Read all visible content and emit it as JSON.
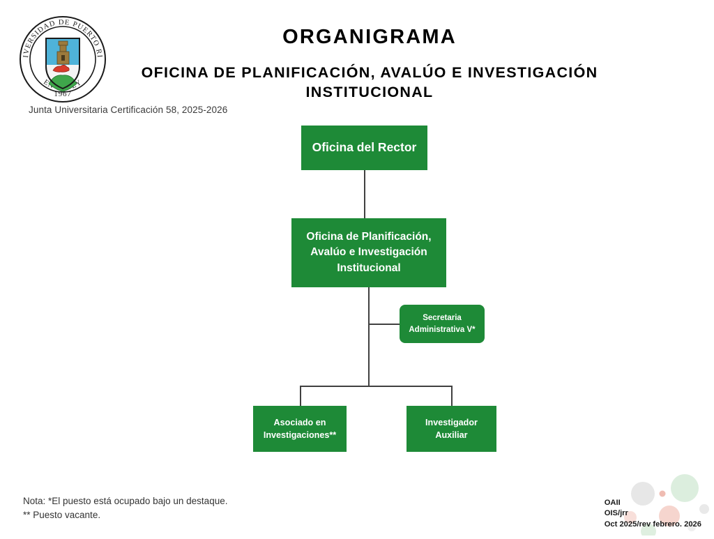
{
  "header": {
    "title": "ORGANIGRAMA",
    "subtitle": "OFICINA DE PLANIFICACIÓN, AVALÚO E INVESTIGACIÓN INSTITUCIONAL",
    "certification": "Junta Universitaria Certificación 58, 2025-2026"
  },
  "seal": {
    "name": "universidad-de-puerto-rico-en-cayey-seal",
    "ring_text": "UNIVERSIDAD DE PUERTO RICO EN CAYEY",
    "year": "1967",
    "colors": {
      "sky": "#4FB3D9",
      "tower": "#9C7A3C",
      "lamb": "#D93B2B",
      "hill": "#3FA64B",
      "ring": "#ffffff",
      "outline": "#1a1a1a"
    }
  },
  "chart_data": {
    "type": "diagram",
    "title": "Organigrama Oficina de Planificación, Avalúo e Investigación Institucional",
    "node_color": "#1E8A37",
    "node_text_color": "#ffffff",
    "line_color": "#404040",
    "nodes": [
      {
        "id": "rector",
        "label": "Oficina del Rector",
        "level": 0,
        "shape": "rectangle"
      },
      {
        "id": "oaii",
        "label": "Oficina de Planificación, Avalúo e Investigación Institucional",
        "level": 1,
        "shape": "rectangle"
      },
      {
        "id": "secretaria",
        "label": "Secretaria Administrativa V*",
        "level": 2,
        "shape": "rounded-rectangle",
        "relation": "staff"
      },
      {
        "id": "asociado",
        "label": "Asociado en Investigaciones**",
        "level": 3,
        "shape": "rectangle"
      },
      {
        "id": "investigador",
        "label": "Investigador Auxiliar",
        "level": 3,
        "shape": "rectangle"
      }
    ],
    "edges": [
      {
        "from": "rector",
        "to": "oaii"
      },
      {
        "from": "oaii",
        "to": "secretaria"
      },
      {
        "from": "oaii",
        "to": "asociado"
      },
      {
        "from": "oaii",
        "to": "investigador"
      }
    ]
  },
  "notes": {
    "line1": "Nota: *El puesto está ocupado bajo un destaque.",
    "line2": "** Puesto vacante."
  },
  "signature": {
    "line1": "OAII",
    "line2": "OIS/jrr",
    "line3": "Oct 2025/rev febrero. 2026"
  }
}
